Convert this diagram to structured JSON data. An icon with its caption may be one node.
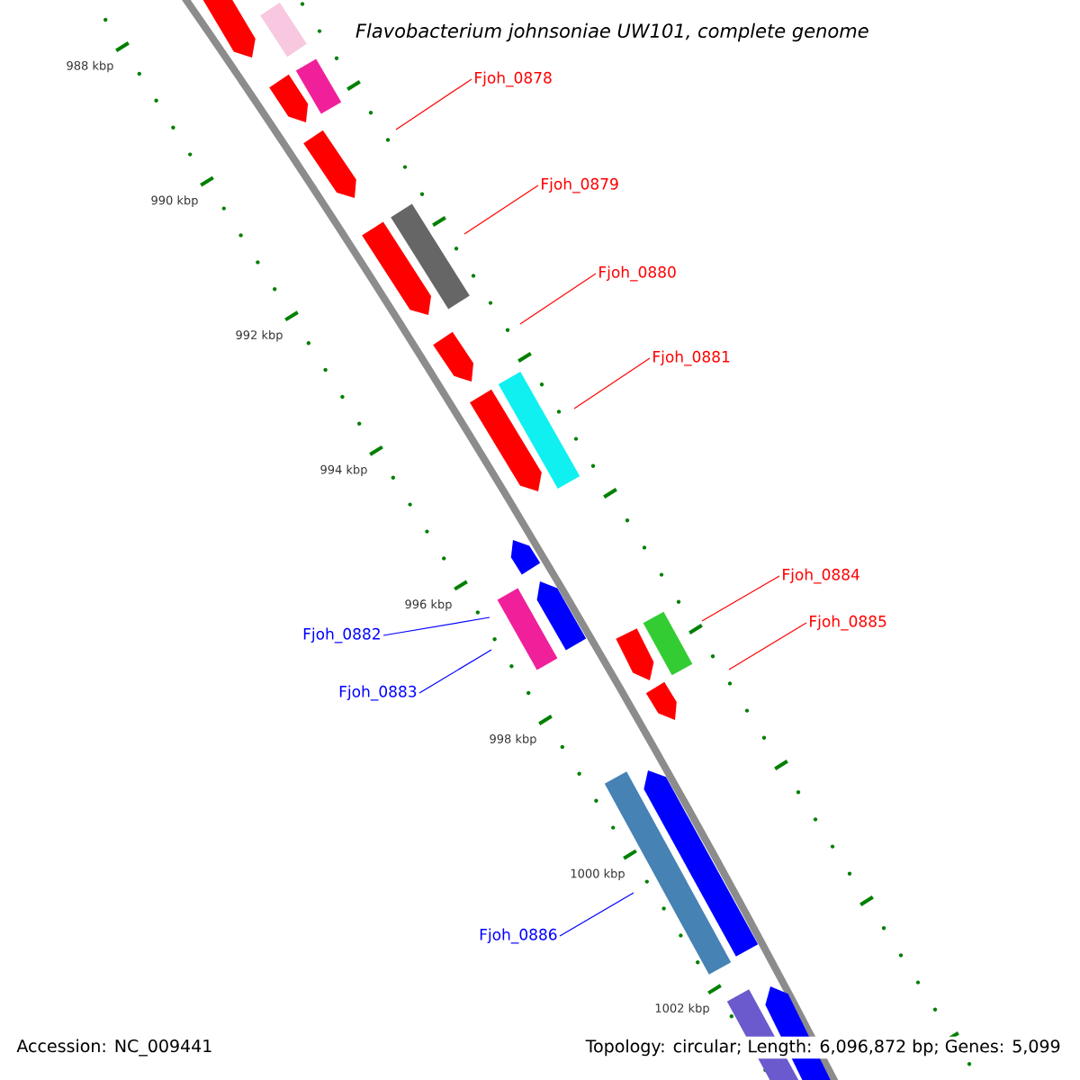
{
  "diagram": {
    "title": "Flavobacterium johnsoniae UW101, complete genome",
    "nodes": [
      {
        "text": [
          "Fjoh_0878"
        ]
      },
      {
        "text": [
          "Fjoh_0879"
        ]
      },
      {
        "text": [
          "Fjoh_0880"
        ]
      },
      {
        "text": [
          "Fjoh_0881"
        ]
      },
      {
        "text": [
          "Fjoh_0882"
        ]
      },
      {
        "text": [
          "Fjoh_0883"
        ]
      },
      {
        "text": [
          "Fjoh_0884"
        ]
      },
      {
        "text": [
          "Fjoh_0885"
        ]
      },
      {
        "text": [
          "Fjoh_0886"
        ]
      }
    ],
    "edges": [
      {
        "from": 0,
        "to": null,
        "arrow": "none"
      },
      {
        "from": 1,
        "to": null,
        "arrow": "none"
      },
      {
        "from": 2,
        "to": null,
        "arrow": "none"
      },
      {
        "from": 3,
        "to": null,
        "arrow": "none"
      },
      {
        "from": 4,
        "to": null,
        "arrow": "none",
        "color": "#0000ff"
      },
      {
        "from": 5,
        "to": null,
        "arrow": "none",
        "color": "#0000ff"
      },
      {
        "from": 6,
        "to": null,
        "arrow": "none"
      },
      {
        "from": 7,
        "to": null,
        "arrow": "none"
      },
      {
        "from": 8,
        "to": null,
        "arrow": "none",
        "color": "#0000ff"
      }
    ],
    "labels": [
      "988 kbp",
      "990 kbp",
      "992 kbp",
      "994 kbp",
      "996 kbp",
      "998 kbp",
      "1000 kbp",
      "1002 kbp",
      "Accession: NC_009441",
      "Topology: circular; Length: 6,096,872 bp; Genes: 5,099"
    ]
  }
}
